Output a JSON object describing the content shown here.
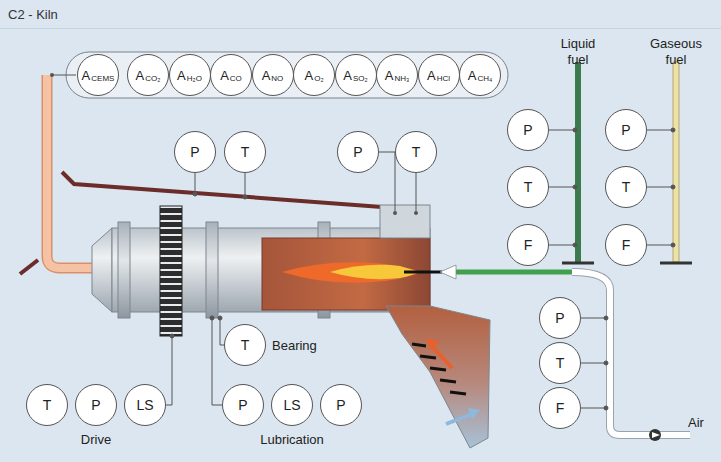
{
  "diagram": {
    "title": "C2 - Kiln",
    "nodes": [
      {
        "text": [
          "A",
          "CEMS"
        ]
      },
      {
        "text": [
          "A",
          "CO₂"
        ]
      },
      {
        "text": [
          "A",
          "H₂O"
        ]
      },
      {
        "text": [
          "A",
          "CO"
        ]
      },
      {
        "text": [
          "A",
          "NO"
        ]
      },
      {
        "text": [
          "A",
          "O₂"
        ]
      },
      {
        "text": [
          "A",
          "SO₂"
        ]
      },
      {
        "text": [
          "A",
          "NH₃"
        ]
      },
      {
        "text": [
          "A",
          "HCl"
        ]
      },
      {
        "text": [
          "A",
          "CH₄"
        ]
      },
      {
        "text": [
          "P"
        ]
      },
      {
        "text": [
          "T"
        ]
      },
      {
        "text": [
          "P"
        ]
      },
      {
        "text": [
          "T"
        ]
      },
      {
        "text": [
          "P"
        ]
      },
      {
        "text": [
          "T"
        ]
      },
      {
        "text": [
          "F"
        ]
      },
      {
        "text": [
          "P"
        ]
      },
      {
        "text": [
          "T"
        ]
      },
      {
        "text": [
          "F"
        ]
      },
      {
        "text": [
          "T"
        ]
      },
      {
        "text": [
          "P"
        ]
      },
      {
        "text": [
          "T"
        ]
      },
      {
        "text": [
          "F"
        ]
      },
      {
        "text": [
          "T"
        ]
      },
      {
        "text": [
          "P"
        ]
      },
      {
        "text": [
          "LS"
        ]
      },
      {
        "text": [
          "P"
        ]
      },
      {
        "text": [
          "LS"
        ]
      },
      {
        "text": [
          "P"
        ]
      }
    ],
    "labels": [
      "Liquid fuel",
      "Gaseous fuel",
      "Bearing",
      "Drive",
      "Lubrication",
      "Air"
    ]
  }
}
